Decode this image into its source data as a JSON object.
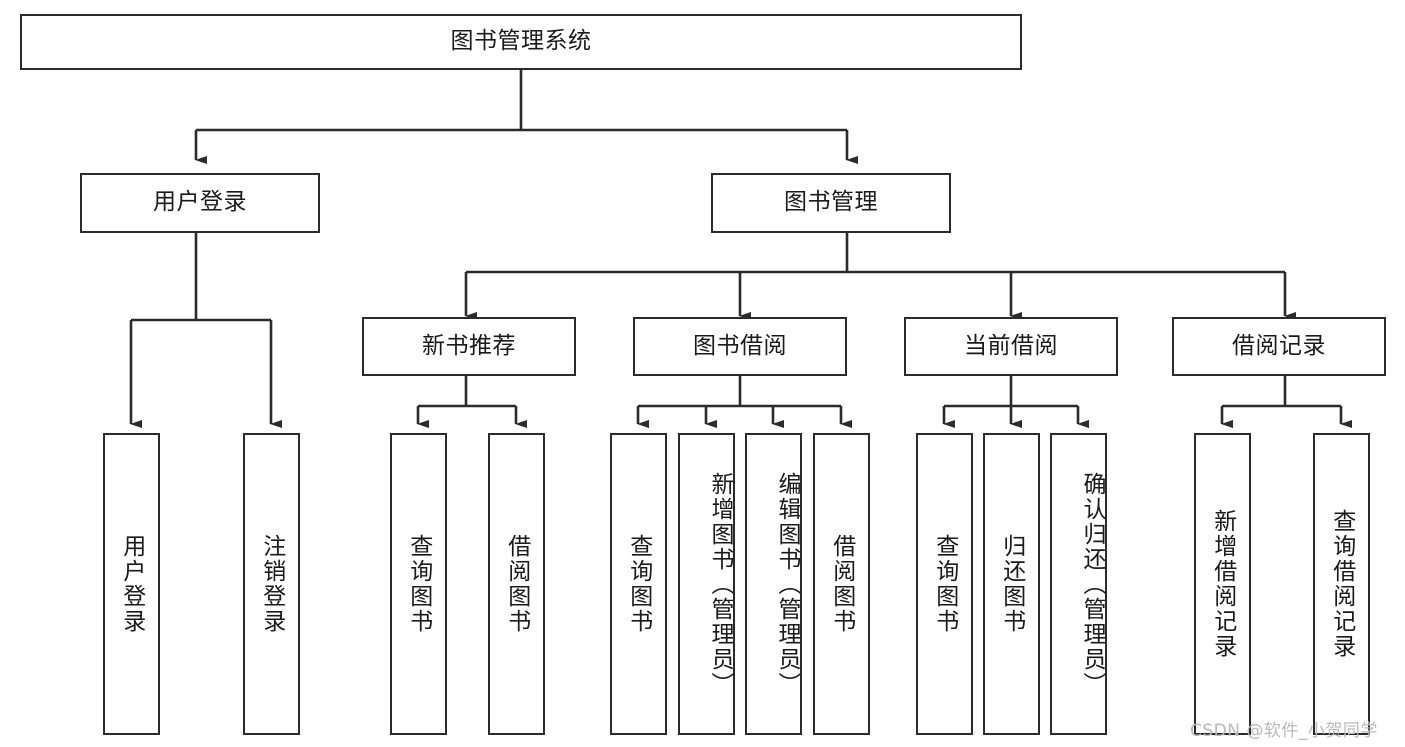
{
  "diagram": {
    "type": "tree-hierarchy",
    "title": "图书管理系统",
    "watermark": "CSDN @软件_小贺同学",
    "colors": {
      "border": "#2b2b2b",
      "background": "#ffffff",
      "text": "#1a1a1a",
      "connector": "#2b2b2b",
      "watermark": "#b9b9b9"
    },
    "levels": [
      {
        "level": 1,
        "nodes": [
          {
            "id": "root",
            "label": "图书管理系统",
            "orientation": "horizontal"
          }
        ]
      },
      {
        "level": 2,
        "nodes": [
          {
            "id": "login",
            "label": "用户登录",
            "orientation": "horizontal",
            "parent": "root"
          },
          {
            "id": "bookmgmt",
            "label": "图书管理",
            "orientation": "horizontal",
            "parent": "root"
          }
        ]
      },
      {
        "level": 3,
        "nodes": [
          {
            "id": "newbook",
            "label": "新书推荐",
            "orientation": "horizontal",
            "parent": "bookmgmt"
          },
          {
            "id": "borrow",
            "label": "图书借阅",
            "orientation": "horizontal",
            "parent": "bookmgmt"
          },
          {
            "id": "current",
            "label": "当前借阅",
            "orientation": "horizontal",
            "parent": "bookmgmt"
          },
          {
            "id": "records",
            "label": "借阅记录",
            "orientation": "horizontal",
            "parent": "bookmgmt"
          }
        ]
      },
      {
        "level": 4,
        "nodes": [
          {
            "id": "leaf1",
            "label": "用户登录",
            "orientation": "vertical",
            "parent": "login"
          },
          {
            "id": "leaf2",
            "label": "注销登录",
            "orientation": "vertical",
            "parent": "login"
          },
          {
            "id": "leaf3",
            "label": "查询图书",
            "orientation": "vertical",
            "parent": "newbook"
          },
          {
            "id": "leaf4",
            "label": "借阅图书",
            "orientation": "vertical",
            "parent": "newbook"
          },
          {
            "id": "leaf5",
            "label": "查询图书",
            "orientation": "vertical",
            "parent": "borrow"
          },
          {
            "id": "leaf6",
            "label": "新增图书（管理员）",
            "orientation": "vertical",
            "parent": "borrow"
          },
          {
            "id": "leaf7",
            "label": "编辑图书（管理员）",
            "orientation": "vertical",
            "parent": "borrow"
          },
          {
            "id": "leaf8",
            "label": "借阅图书",
            "orientation": "vertical",
            "parent": "borrow"
          },
          {
            "id": "leaf9",
            "label": "查询图书",
            "orientation": "vertical",
            "parent": "current"
          },
          {
            "id": "leaf10",
            "label": "归还图书",
            "orientation": "vertical",
            "parent": "current"
          },
          {
            "id": "leaf11",
            "label": "确认归还（管理员）",
            "orientation": "vertical",
            "parent": "current"
          },
          {
            "id": "leaf12",
            "label": "新增借阅记录",
            "orientation": "vertical",
            "parent": "records"
          },
          {
            "id": "leaf13",
            "label": "查询借阅记录",
            "orientation": "vertical",
            "parent": "records"
          }
        ]
      }
    ]
  }
}
